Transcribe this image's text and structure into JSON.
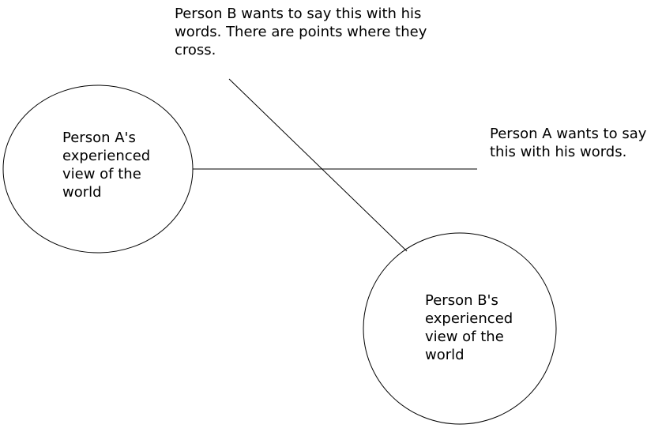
{
  "diagram": {
    "line_color": "#000000",
    "background": "#ffffff",
    "nodes": [
      {
        "id": "person-a-view",
        "shape": "ellipse",
        "lines": [
          "Person A's",
          "experienced",
          "view of the",
          "world"
        ]
      },
      {
        "id": "person-b-view",
        "shape": "ellipse",
        "lines": [
          "Person B's",
          "experienced",
          "view of the",
          "world"
        ]
      }
    ],
    "intent_labels": {
      "person_b": [
        "Person B wants to say this with his",
        "words. There are points where they",
        "cross."
      ],
      "person_a": [
        "Person A wants to say",
        "this with his words."
      ]
    },
    "connectors": [
      {
        "from": "person-a-view",
        "to": "person-a-intent",
        "label": ""
      },
      {
        "from": "person-b-view",
        "to": "person-b-intent",
        "label": ""
      }
    ]
  }
}
